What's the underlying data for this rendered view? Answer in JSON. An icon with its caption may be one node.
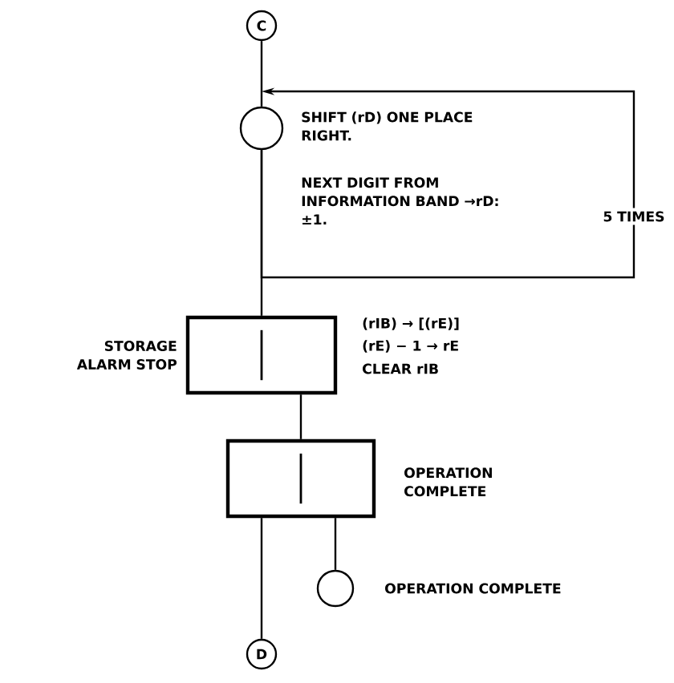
{
  "diagram": {
    "nodes": [
      {
        "text": [
          "C"
        ]
      },
      {
        "text": [],
        "shape": "circle",
        "beside": [
          "SHIFT (rD) ONE PLACE RIGHT.",
          "NEXT DIGIT FROM INFORMATION BAND →rD: ±1."
        ]
      },
      {
        "text": [],
        "shape": "box",
        "beside": [
          "STORAGE ALARM STOP",
          "(rIB) → [(rE)]",
          "(rE) − 1 → rE",
          "CLEAR rIB"
        ]
      },
      {
        "text": [],
        "shape": "box",
        "beside": [
          "OPERATION COMPLETE"
        ]
      },
      {
        "text": [],
        "shape": "circle",
        "beside": [
          "OPERATION COMPLETE"
        ]
      },
      {
        "text": [
          "D"
        ]
      }
    ],
    "edges": [
      {
        "from": 0,
        "to": 1,
        "arrow": "none"
      },
      {
        "from": 1,
        "to": 1,
        "arrow": "to",
        "label": "5 TIMES"
      },
      {
        "from": 1,
        "to": 2,
        "arrow": "none"
      },
      {
        "from": 2,
        "to": 3,
        "arrow": "none"
      },
      {
        "from": 3,
        "to": 5,
        "arrow": "none"
      },
      {
        "from": 3,
        "to": 4,
        "arrow": "none"
      }
    ]
  }
}
